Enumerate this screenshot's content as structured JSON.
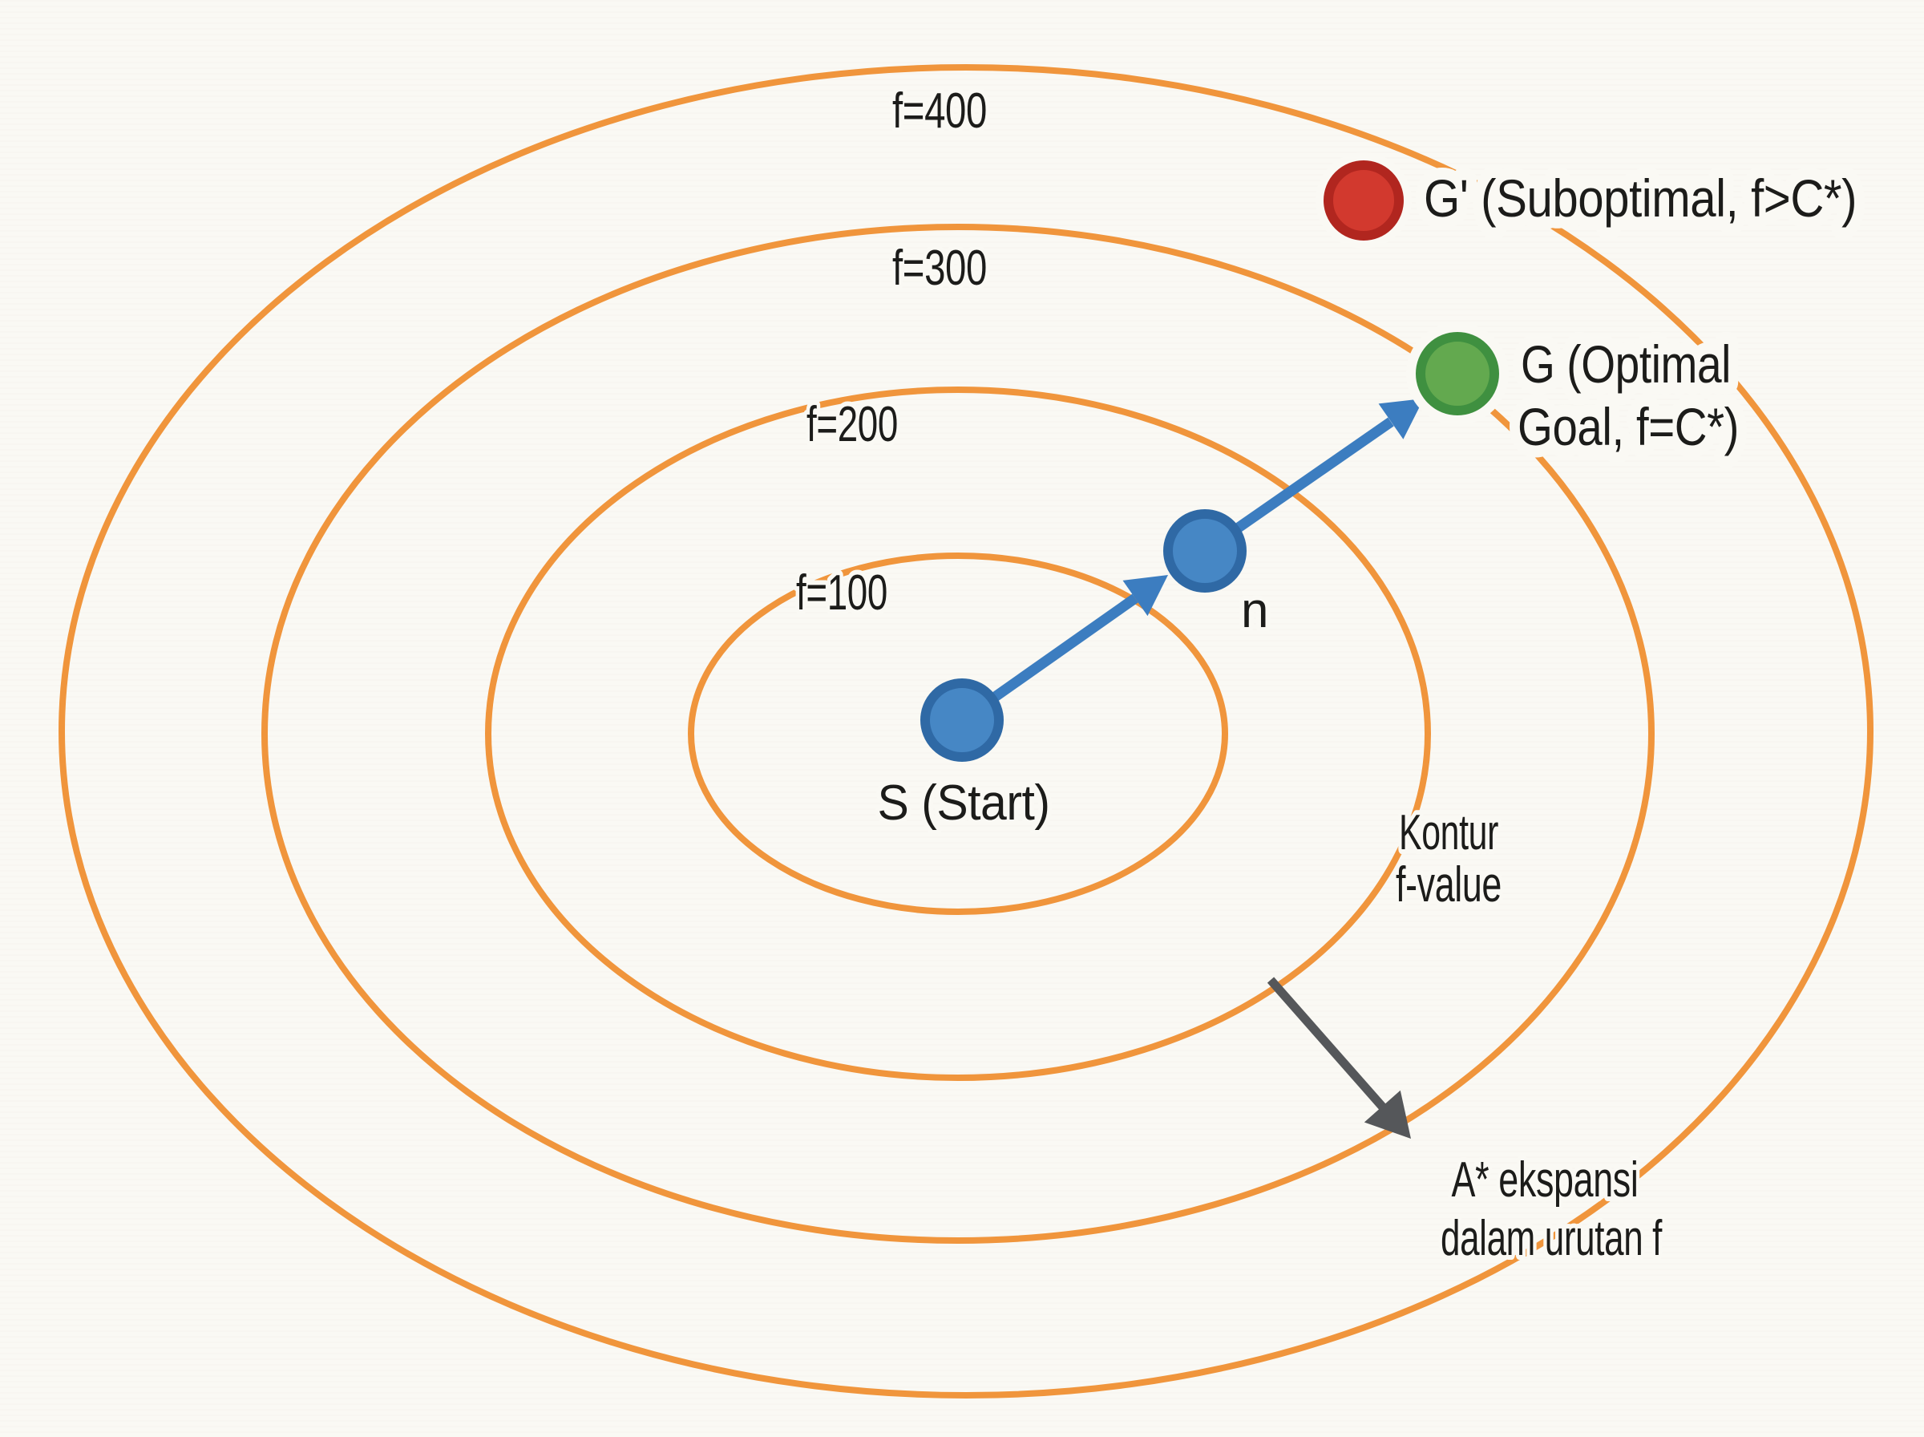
{
  "figure": {
    "colors": {
      "background": "#FAF9F4",
      "contour": "#F0953C",
      "text": "#1C1C1A",
      "path_blue": "#3C7DC0",
      "node_blue_fill": "#4687C5",
      "node_blue_ring": "#2F69A5",
      "node_green_fill": "#63A94F",
      "node_green_ring": "#3F9040",
      "node_red_fill": "#D2392E",
      "node_red_ring": "#B1261F",
      "note_arrow_gray": "#55575A"
    },
    "contour_labels": {
      "f100": "f=100",
      "f200": "f=200",
      "f300": "f=300",
      "f400": "f=400"
    },
    "nodes": {
      "start_label": "S (Start)",
      "n_label": "n",
      "goal_label_line1": "G (Optimal",
      "goal_label_line2": "Goal, f=C*)",
      "suboptimal_label": "G' (Suboptimal, f>C*)"
    },
    "annotations": {
      "kontur_line1": "Kontur",
      "kontur_line2": "f-value",
      "ekspansi_line1": "A* ekspansi",
      "ekspansi_line2": "dalam urutan f"
    }
  }
}
